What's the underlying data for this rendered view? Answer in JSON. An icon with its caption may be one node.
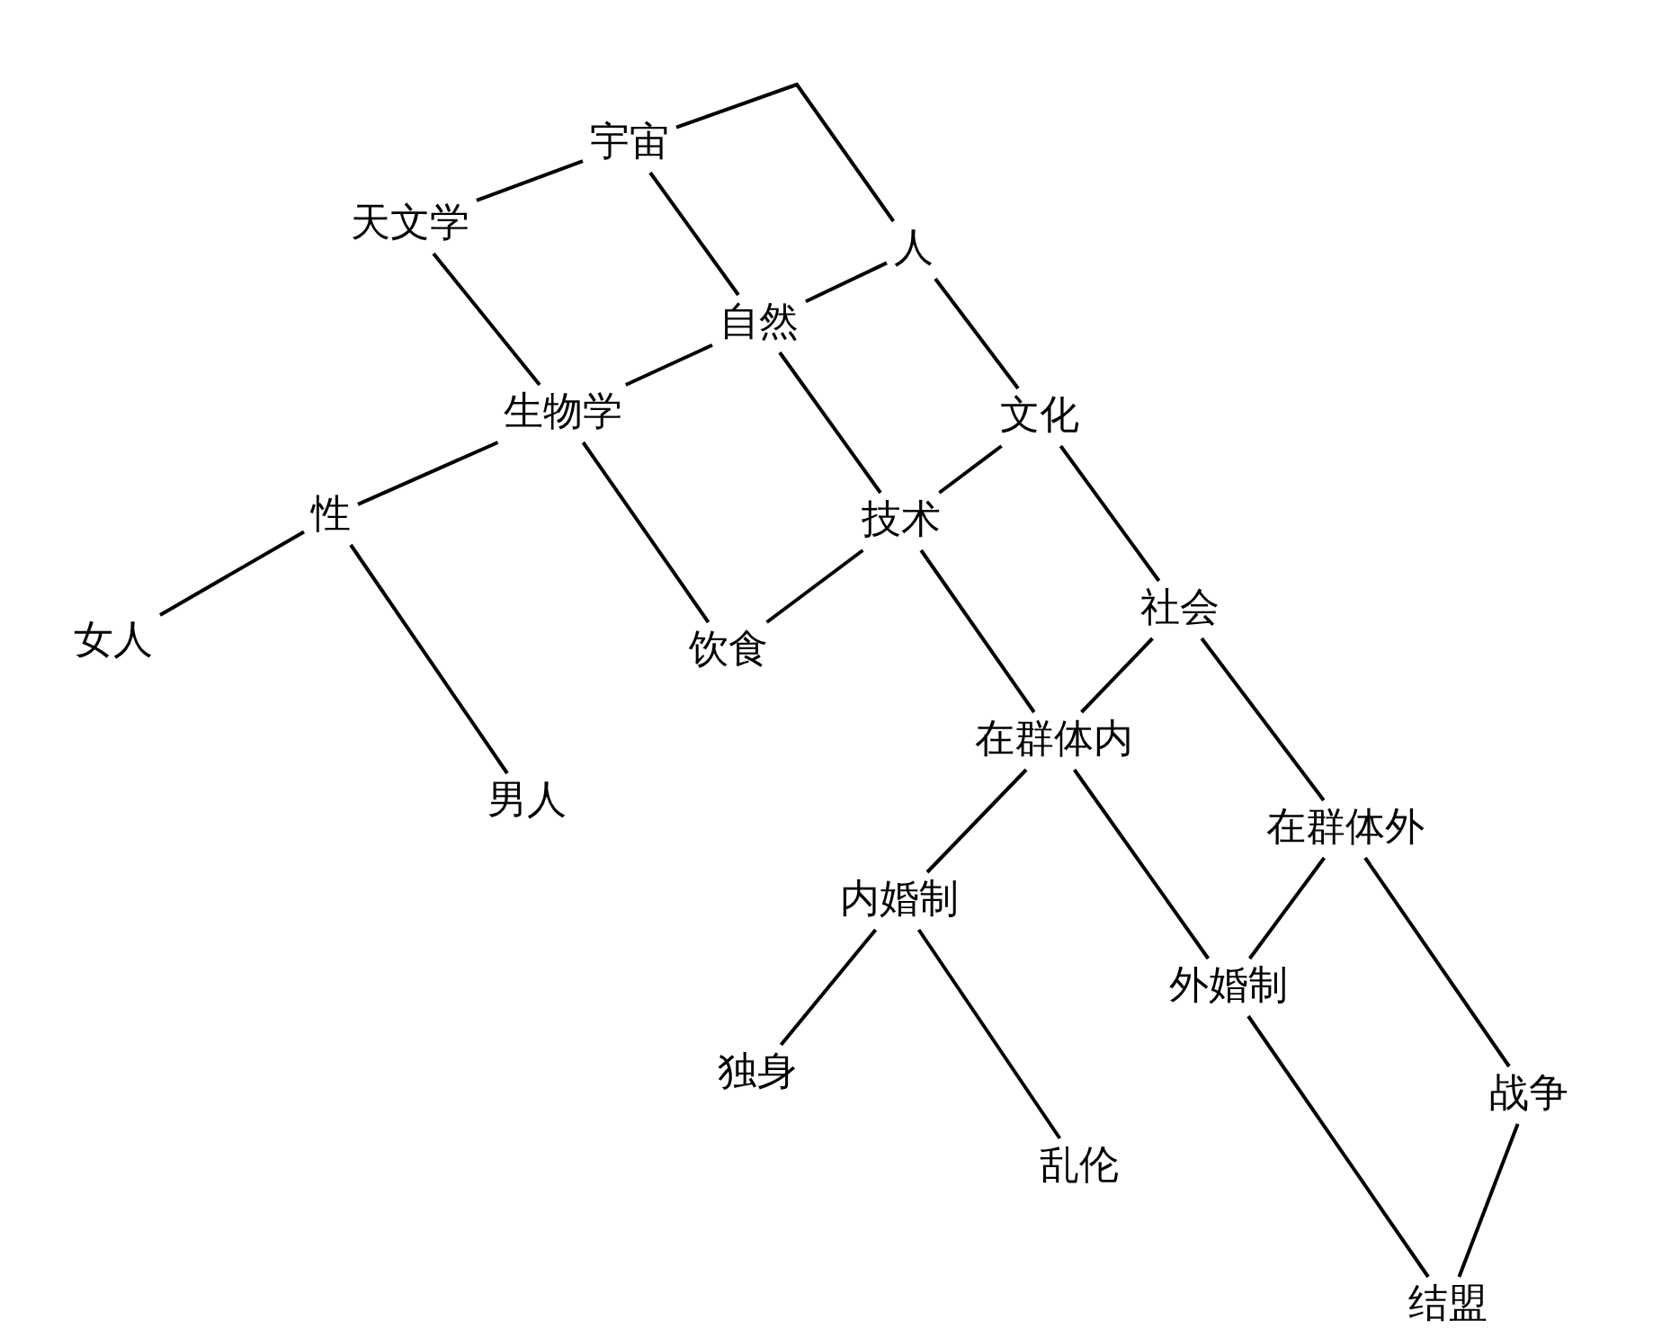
{
  "diagram": {
    "nodes": [
      {
        "text": [
          "宇宙"
        ]
      },
      {
        "text": [
          "天文学"
        ]
      },
      {
        "text": [
          "人"
        ]
      },
      {
        "text": [
          "自然"
        ]
      },
      {
        "text": [
          "生物学"
        ]
      },
      {
        "text": [
          "文化"
        ]
      },
      {
        "text": [
          "性"
        ]
      },
      {
        "text": [
          "技术"
        ]
      },
      {
        "text": [
          "社会"
        ]
      },
      {
        "text": [
          "女人"
        ]
      },
      {
        "text": [
          "饮食"
        ]
      },
      {
        "text": [
          "在群体内"
        ]
      },
      {
        "text": [
          "男人"
        ]
      },
      {
        "text": [
          "在群体外"
        ]
      },
      {
        "text": [
          "内婚制"
        ]
      },
      {
        "text": [
          "外婚制"
        ]
      },
      {
        "text": [
          "独身"
        ]
      },
      {
        "text": [
          "战争"
        ]
      },
      {
        "text": [
          "乱伦"
        ]
      },
      {
        "text": [
          "结盟"
        ]
      }
    ],
    "edges": [
      {
        "from": 0,
        "to": 1,
        "arrow": "none"
      },
      {
        "from": 0,
        "to": 2,
        "arrow": "none"
      },
      {
        "from": 0,
        "to": 3,
        "arrow": "none"
      },
      {
        "from": 1,
        "to": 4,
        "arrow": "none"
      },
      {
        "from": 2,
        "to": 3,
        "arrow": "none"
      },
      {
        "from": 2,
        "to": 5,
        "arrow": "none"
      },
      {
        "from": 3,
        "to": 4,
        "arrow": "none"
      },
      {
        "from": 3,
        "to": 7,
        "arrow": "none"
      },
      {
        "from": 4,
        "to": 6,
        "arrow": "none"
      },
      {
        "from": 4,
        "to": 10,
        "arrow": "none"
      },
      {
        "from": 5,
        "to": 7,
        "arrow": "none"
      },
      {
        "from": 5,
        "to": 8,
        "arrow": "none"
      },
      {
        "from": 6,
        "to": 9,
        "arrow": "none"
      },
      {
        "from": 6,
        "to": 12,
        "arrow": "none"
      },
      {
        "from": 7,
        "to": 10,
        "arrow": "none"
      },
      {
        "from": 7,
        "to": 11,
        "arrow": "none"
      },
      {
        "from": 8,
        "to": 11,
        "arrow": "none"
      },
      {
        "from": 8,
        "to": 13,
        "arrow": "none"
      },
      {
        "from": 11,
        "to": 14,
        "arrow": "none"
      },
      {
        "from": 11,
        "to": 15,
        "arrow": "none"
      },
      {
        "from": 13,
        "to": 15,
        "arrow": "none"
      },
      {
        "from": 13,
        "to": 17,
        "arrow": "none"
      },
      {
        "from": 14,
        "to": 16,
        "arrow": "none"
      },
      {
        "from": 14,
        "to": 18,
        "arrow": "none"
      },
      {
        "from": 15,
        "to": 19,
        "arrow": "none"
      },
      {
        "from": 17,
        "to": 19,
        "arrow": "none"
      }
    ]
  }
}
